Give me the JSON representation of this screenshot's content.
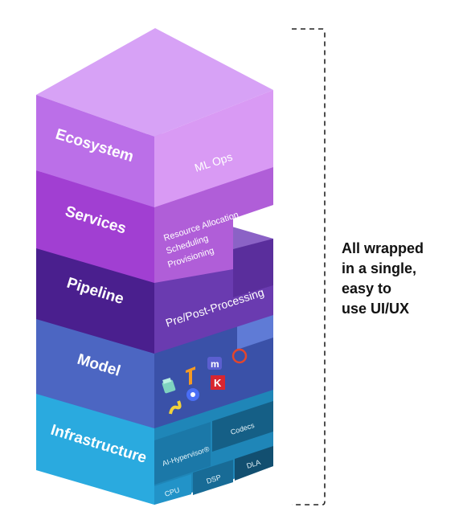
{
  "layers": {
    "ecosystem": {
      "label": "Ecosystem",
      "sub": [
        "ML Ops"
      ]
    },
    "services": {
      "label": "Services",
      "sub": [
        "Resource Allocation",
        "Scheduling",
        "Provisioning"
      ]
    },
    "pipeline": {
      "label": "Pipeline",
      "sub": [
        "Pre/Post-Processing"
      ]
    },
    "model": {
      "label": "Model"
    },
    "infrastructure": {
      "label": "Infrastructure",
      "modules": {
        "hypervisor": "AI-Hypervisor®",
        "codecs": "Codecs",
        "dsp": "DSP",
        "dla": "DLA",
        "cpu": "CPU"
      }
    }
  },
  "caption": {
    "lines": [
      "All wrapped",
      "in a single,",
      "easy to",
      "use UI/UX"
    ]
  },
  "colors": {
    "ecosystem": "#c47ff0",
    "services": "#a44fd6",
    "pipeline": "#5a2a9c",
    "model": "#4f68c4",
    "infrastructure": "#29a6da",
    "caption_text": "#111111"
  },
  "icons": [
    "tensorflow-icon",
    "mxnet-icon",
    "pytorch-icon",
    "keras-icon",
    "kubernetes-icon",
    "python-icon",
    "box-icon"
  ]
}
